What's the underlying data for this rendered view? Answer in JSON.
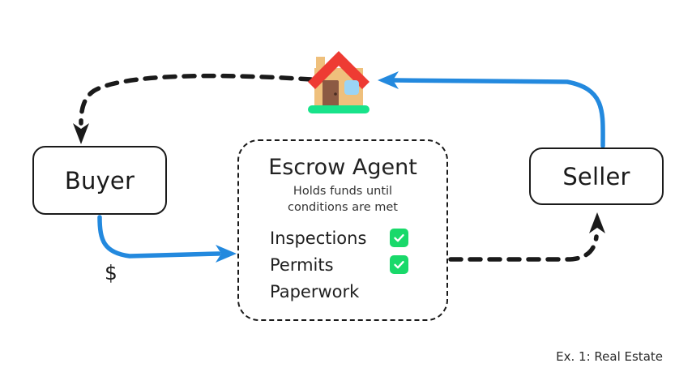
{
  "diagram": {
    "caption": "Ex. 1: Real Estate",
    "colors": {
      "stroke": "#1a1a1a",
      "flow_blue": "#2389DE",
      "check_green": "#19d96a",
      "house_roof": "#EE3B33",
      "house_wall": "#EFC07C",
      "house_door": "#8C5A43",
      "house_window": "#9BD4F5",
      "house_ground": "#18E38A"
    },
    "nodes": [
      {
        "id": "buyer",
        "label": "Buyer"
      },
      {
        "id": "seller",
        "label": "Seller"
      }
    ],
    "escrow": {
      "title": "Escrow Agent",
      "subtitle_line1": "Holds funds until",
      "subtitle_line2": "conditions are met",
      "checklist": [
        {
          "label": "Inspections",
          "checked": true
        },
        {
          "label": "Permits",
          "checked": true
        },
        {
          "label": "Paperwork",
          "checked": false
        }
      ]
    },
    "icons": {
      "house": "house-icon",
      "check": "check-icon",
      "arrowhead": "arrowhead-icon"
    },
    "edges": [
      {
        "id": "buyer-to-escrow",
        "label": "$",
        "style": "solid",
        "color": "#2389DE",
        "from": "buyer",
        "to": "escrow"
      },
      {
        "id": "escrow-to-seller",
        "label": "",
        "style": "dashed",
        "color": "#1a1a1a",
        "from": "escrow",
        "to": "seller"
      },
      {
        "id": "seller-to-house",
        "label": "",
        "style": "solid",
        "color": "#2389DE",
        "from": "seller",
        "to": "house"
      },
      {
        "id": "house-to-buyer",
        "label": "",
        "style": "dashed",
        "color": "#1a1a1a",
        "from": "house",
        "to": "buyer"
      }
    ]
  }
}
